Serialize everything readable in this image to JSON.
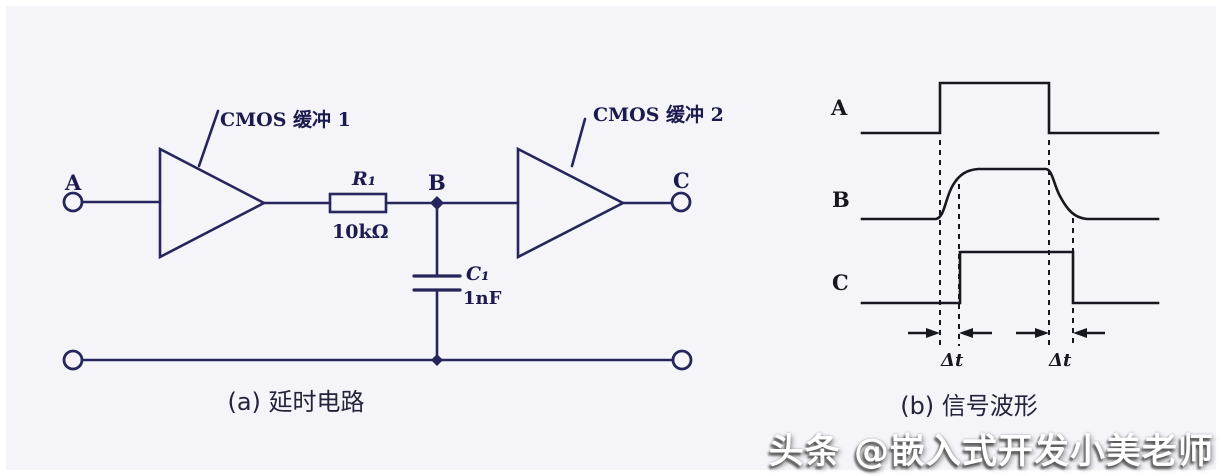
{
  "circuit": {
    "buffer1_label": "CMOS 缓冲 1",
    "buffer2_label": "CMOS 缓冲 2",
    "node_a": "A",
    "node_b": "B",
    "node_c": "C",
    "resistor": {
      "name": "R₁",
      "value": "10kΩ"
    },
    "capacitor": {
      "name": "C₁",
      "value": "1nF"
    },
    "caption": "(a) 延时电路"
  },
  "waveform": {
    "trace_a": "A",
    "trace_b": "B",
    "trace_c": "C",
    "delta1": "Δt",
    "delta2": "Δt",
    "caption": "(b) 信号波形"
  },
  "watermark": {
    "text": "头条 @嵌入式开发小美老师"
  },
  "colors": {
    "background": "#f4f4f9",
    "circuit_line": "#26265c",
    "circuit_text": "#1b1b4e",
    "waveform_line": "#17171f",
    "caption_text": "#23233a",
    "watermark_text": "#ffffff"
  }
}
